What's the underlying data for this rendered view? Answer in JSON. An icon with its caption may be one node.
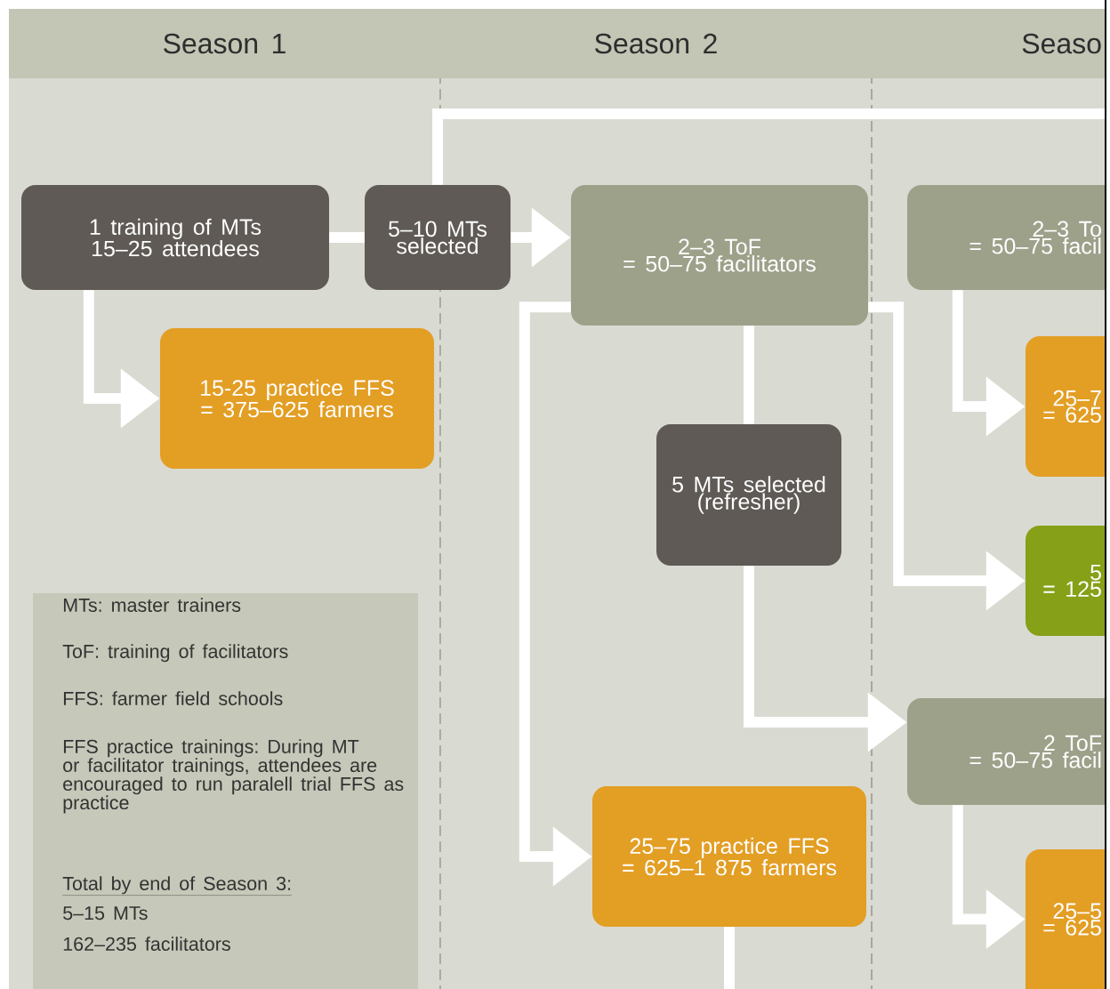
{
  "diagram": {
    "nodes": [
      {
        "text": [
          "Season 1"
        ]
      },
      {
        "text": [
          "Season 2"
        ]
      },
      {
        "text": [
          "Seaso"
        ]
      },
      {
        "text": [
          "1 training of MTs",
          "15–25 attendees"
        ]
      },
      {
        "text": [
          "5–10 MTs selected"
        ]
      },
      {
        "text": [
          "2–3 ToF",
          "= 50–75 facilitators"
        ]
      },
      {
        "text": [
          "2–3 To",
          "= 50–75 facil"
        ]
      },
      {
        "text": [
          "15-25 practice FFS",
          "= 375–625 farmers"
        ]
      },
      {
        "text": [
          "5 MTs selected (refresher)"
        ]
      },
      {
        "text": [
          "25–7",
          "= 625"
        ]
      },
      {
        "text": [
          "5",
          "= 125"
        ]
      },
      {
        "text": [
          "2 ToF",
          "= 50–75 facil"
        ]
      },
      {
        "text": [
          "25–75 practice FFS",
          "= 625–1 875 farmers"
        ]
      },
      {
        "text": [
          "25–5",
          "= 625"
        ]
      },
      {
        "text": [
          "MTs: master trainers",
          "ToF: training of facilitators",
          "FFS: farmer field schools",
          "FFS practice trainings: During MT or facilitator trainings, attendees are encouraged to run paralell trial FFS as practice",
          "Total by end of Season 3:",
          "5–15 MTs",
          "162–235 facilitators"
        ]
      }
    ],
    "edges": [
      {
        "from": 3,
        "to": 4,
        "arrow": "none"
      },
      {
        "from": 4,
        "to": 5,
        "arrow": "to"
      },
      {
        "from": 3,
        "to": 7,
        "arrow": "to"
      },
      {
        "from": 4,
        "to": null,
        "arrow": "none"
      },
      {
        "from": 5,
        "to": 12,
        "arrow": "to"
      },
      {
        "from": 5,
        "to": 8,
        "arrow": "none"
      },
      {
        "from": 8,
        "to": 11,
        "arrow": "to"
      },
      {
        "from": 5,
        "to": 10,
        "arrow": "to"
      },
      {
        "from": 6,
        "to": 9,
        "arrow": "to"
      },
      {
        "from": 11,
        "to": 13,
        "arrow": "to"
      },
      {
        "from": 12,
        "to": null,
        "arrow": "none"
      }
    ]
  }
}
